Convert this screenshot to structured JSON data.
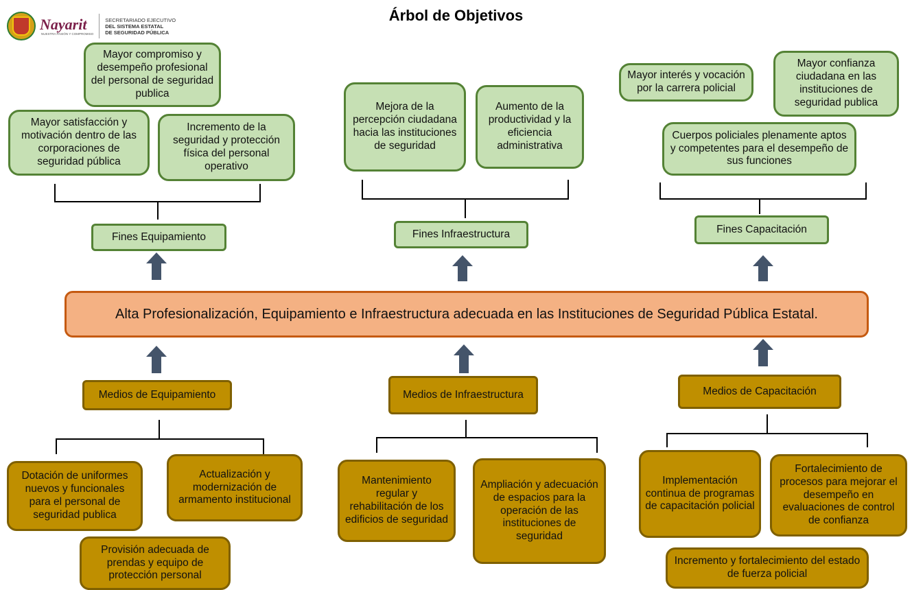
{
  "header": {
    "title": "Árbol de Objetivos",
    "logo": {
      "brand": "Nayarit",
      "brand_tagline": "NUESTRA PASIÓN Y COMPROMISO",
      "org_line1": "SECRETARIADO EJECUTIVO",
      "org_line2": "DEL SISTEMA ESTATAL",
      "org_line3": "DE SEGURIDAD PÚBLICA"
    }
  },
  "central": "Alta Profesionalización, Equipamiento e Infraestructura adecuada en las Instituciones de Seguridad Pública Estatal.",
  "fines": {
    "equipamiento": {
      "label": "Fines Equipamiento",
      "items": [
        "Mayor compromiso y desempeño profesional del personal de seguridad publica",
        "Mayor satisfacción y motivación dentro de las corporaciones de seguridad pública",
        "Incremento de la seguridad y protección física del personal operativo"
      ]
    },
    "infraestructura": {
      "label": "Fines Infraestructura",
      "items": [
        "Mejora de la percepción ciudadana hacia las instituciones de seguridad",
        "Aumento de la productividad y la eficiencia administrativa"
      ]
    },
    "capacitacion": {
      "label": "Fines Capacitación",
      "items": [
        "Mayor interés y vocación por la carrera policial",
        "Mayor confianza ciudadana en las instituciones de seguridad publica",
        "Cuerpos policiales plenamente aptos y competentes para el desempeño de sus funciones"
      ]
    }
  },
  "medios": {
    "equipamiento": {
      "label": "Medios de Equipamiento",
      "items": [
        "Dotación de uniformes nuevos y funcionales para el personal de seguridad publica",
        "Actualización y modernización de armamento institucional",
        "Provisión adecuada de prendas y equipo de protección personal"
      ]
    },
    "infraestructura": {
      "label": "Medios de Infraestructura",
      "items": [
        "Mantenimiento regular y rehabilitación de los edificios de seguridad",
        "Ampliación y adecuación de espacios para la operación de las instituciones de seguridad"
      ]
    },
    "capacitacion": {
      "label": "Medios de Capacitación",
      "items": [
        "Implementación continua de programas de capacitación policial",
        "Fortalecimiento de procesos para mejorar el desempeño en evaluaciones de control de confianza",
        "Incremento y fortalecimiento del estado de fuerza policial"
      ]
    }
  },
  "colors": {
    "fin_fill": "#c6e0b4",
    "fin_border": "#548235",
    "medio_fill": "#bf8f00",
    "medio_border": "#7f6000",
    "central_fill": "#f4b183",
    "central_border": "#c55a11",
    "arrow": "#44546a"
  }
}
